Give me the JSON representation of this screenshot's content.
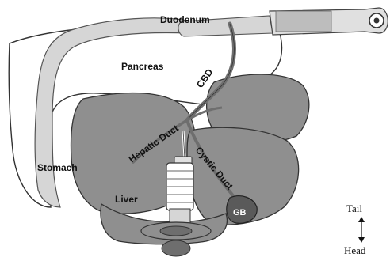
{
  "labels": {
    "duodenum": "Duodenum",
    "pancreas": "Pancreas",
    "cbd": "CBD",
    "hepatic_duct": "Hepatic Duct",
    "cystic_duct": "Cystic Duct",
    "stomach": "Stomach",
    "liver": "Liver",
    "gb": "GB"
  },
  "orientation": {
    "top": "Tail",
    "bottom": "Head"
  },
  "colors": {
    "liver": "#8f8f8f",
    "stomach": "#d6d6d6",
    "pancreas": "#ffffff",
    "duct": "#6e6e6e",
    "gallbladder": "#5a5a5a",
    "outline": "#333333"
  }
}
